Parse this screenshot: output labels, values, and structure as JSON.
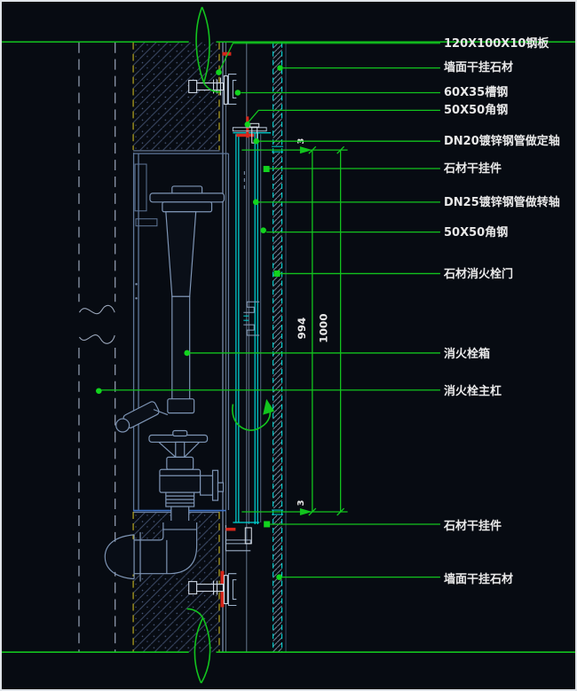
{
  "annotations": [
    {
      "text": "120X100X10钢板"
    },
    {
      "text": "墙面干挂石材"
    },
    {
      "text": "60X35槽钢"
    },
    {
      "text": "50X50角钢"
    },
    {
      "text": "DN20镀锌钢管做定轴"
    },
    {
      "text": "石材干挂件"
    },
    {
      "text": "DN25镀锌钢管做转轴"
    },
    {
      "text": "50X50角钢"
    },
    {
      "text": "石材消火栓门"
    },
    {
      "text": "消火栓箱"
    },
    {
      "text": "消火栓主杠"
    },
    {
      "text": "石材干挂件"
    },
    {
      "text": "墙面干挂石材"
    }
  ],
  "dimensions": {
    "gap_top": "3",
    "door_height": "994",
    "total_height": "1000",
    "gap_bottom": "3"
  },
  "colors": {
    "background": "#070b12",
    "leader_green": "#12c41e",
    "cyan": "#00d9d9",
    "steel_blue": "#7e95b5",
    "yellow_dashed": "#b9a81f",
    "red": "#d8261a",
    "hidden_gray": "#9aa6ba",
    "label_text": "#e9e9e9"
  }
}
